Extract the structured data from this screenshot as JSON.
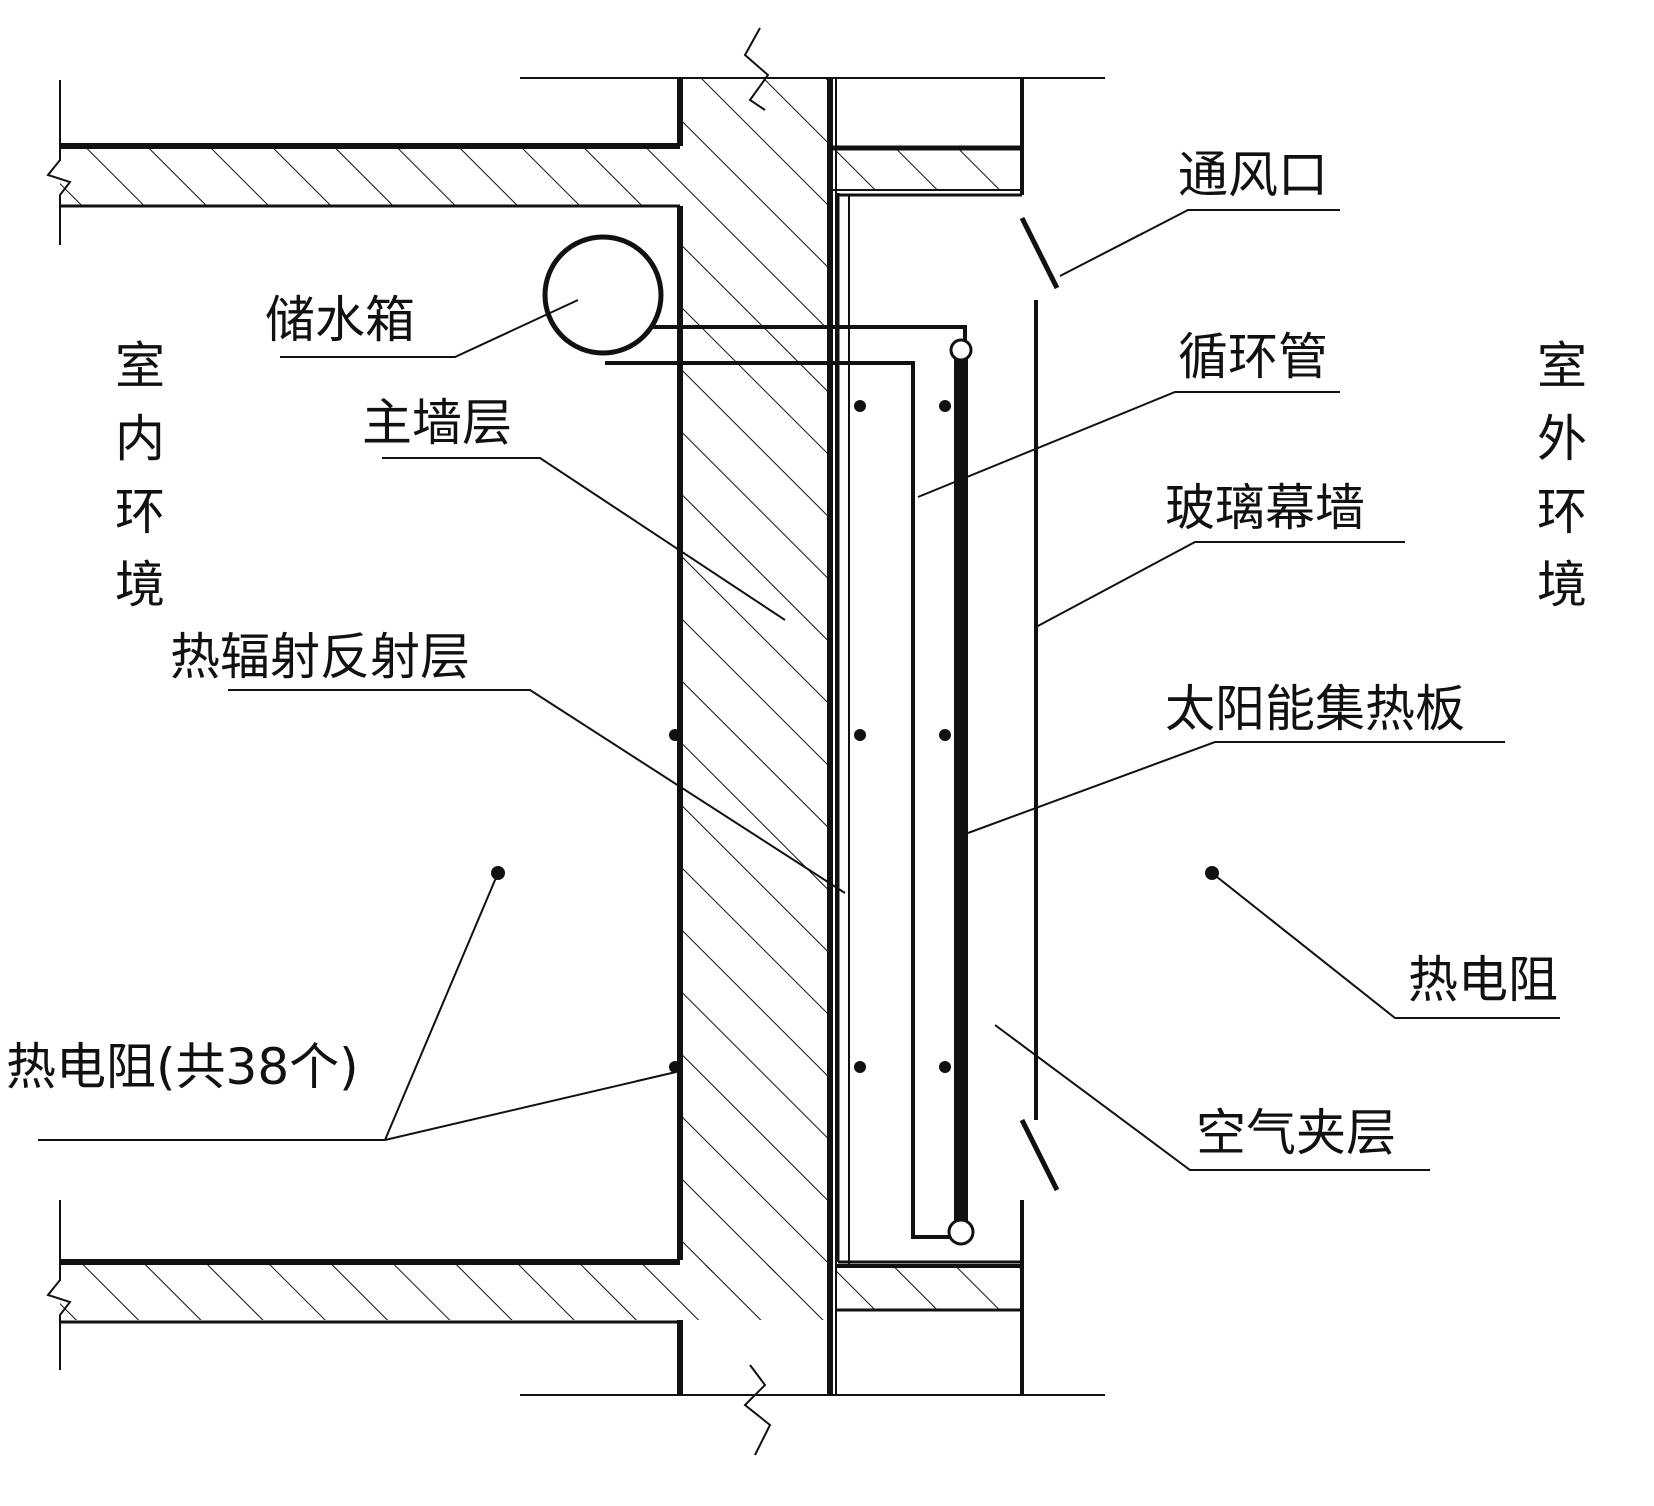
{
  "labels": {
    "indoor_env": [
      "室",
      "内",
      "环",
      "境"
    ],
    "outdoor_env": [
      "室",
      "外",
      "环",
      "境"
    ],
    "water_tank": "储水箱",
    "main_wall": "主墙层",
    "reflect_layer": "热辐射反射层",
    "rtd_count": "热电阻(共38个)",
    "vent": "通风口",
    "circ_pipe": "循环管",
    "glass_curtain": "玻璃幕墙",
    "solar_panel": "太阳能集热板",
    "rtd_outdoor": "热电阻",
    "air_layer": "空气夹层"
  },
  "colors": {
    "ink": "#111111",
    "paper": "#ffffff"
  }
}
